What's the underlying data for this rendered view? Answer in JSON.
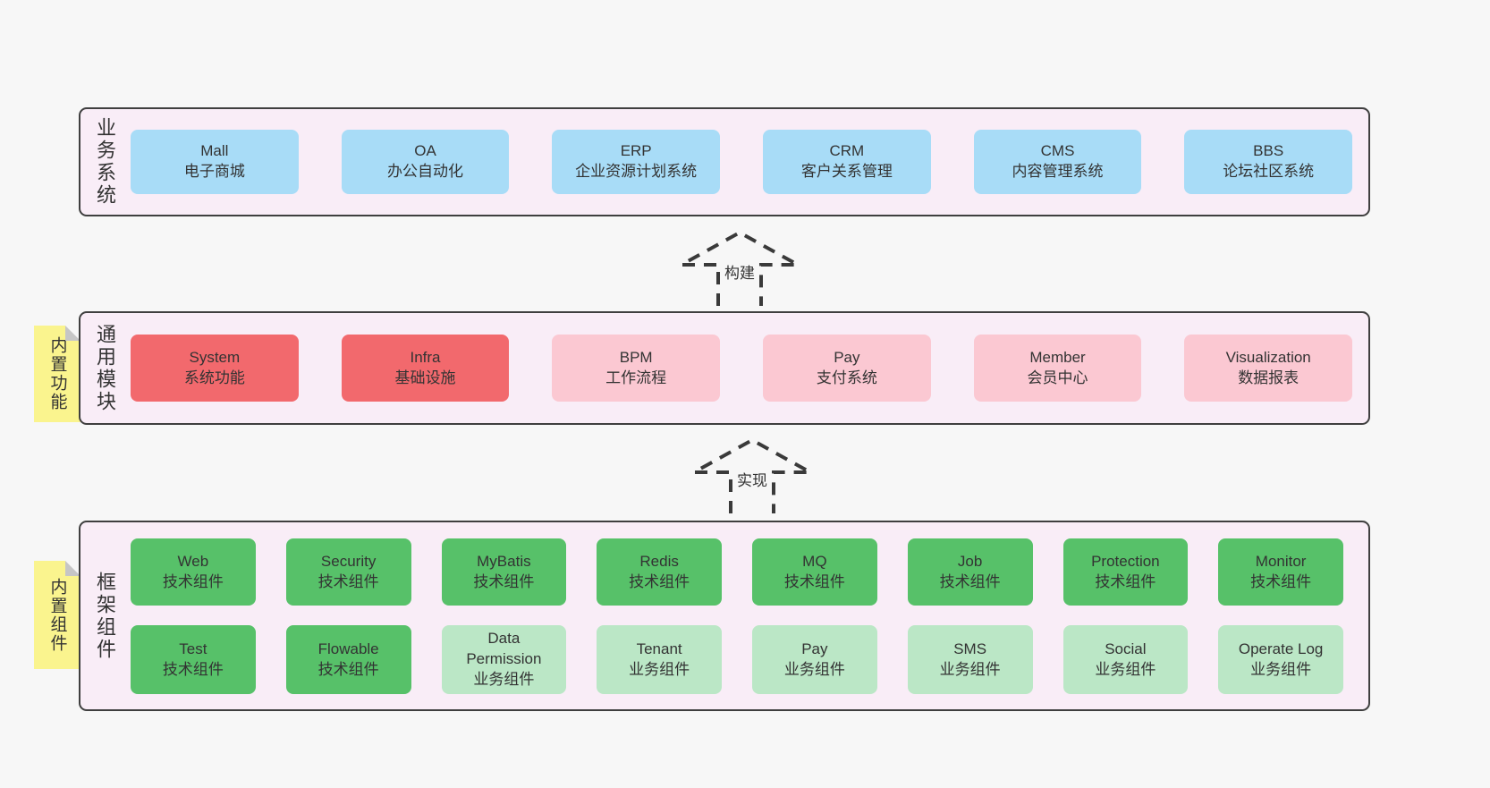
{
  "arrows": [
    {
      "label": "构建"
    },
    {
      "label": "实现"
    }
  ],
  "sections": {
    "business": {
      "side_label": "业务系统",
      "boxes": [
        {
          "name": "Mall",
          "subtitle": "电子商城"
        },
        {
          "name": "OA",
          "subtitle": "办公自动化"
        },
        {
          "name": "ERP",
          "subtitle": "企业资源计划系统"
        },
        {
          "name": "CRM",
          "subtitle": "客户关系管理"
        },
        {
          "name": "CMS",
          "subtitle": "内容管理系统"
        },
        {
          "name": "BBS",
          "subtitle": "论坛社区系统"
        }
      ]
    },
    "modules": {
      "side_label": "通用模块",
      "sticky_label": "内置功能",
      "boxes": [
        {
          "name": "System",
          "subtitle": "系统功能"
        },
        {
          "name": "Infra",
          "subtitle": "基础设施"
        },
        {
          "name": "BPM",
          "subtitle": "工作流程"
        },
        {
          "name": "Pay",
          "subtitle": "支付系统"
        },
        {
          "name": "Member",
          "subtitle": "会员中心"
        },
        {
          "name": "Visualization",
          "subtitle": "数据报表"
        }
      ]
    },
    "components": {
      "side_label": "框架组件",
      "sticky_label": "内置组件",
      "row1": [
        {
          "name": "Web",
          "subtitle": "技术组件"
        },
        {
          "name": "Security",
          "subtitle": "技术组件"
        },
        {
          "name": "MyBatis",
          "subtitle": "技术组件"
        },
        {
          "name": "Redis",
          "subtitle": "技术组件"
        },
        {
          "name": "MQ",
          "subtitle": "技术组件"
        },
        {
          "name": "Job",
          "subtitle": "技术组件"
        },
        {
          "name": "Protection",
          "subtitle": "技术组件"
        },
        {
          "name": "Monitor",
          "subtitle": "技术组件"
        }
      ],
      "row2": [
        {
          "name": "Test",
          "subtitle": "技术组件"
        },
        {
          "name": "Flowable",
          "subtitle": "技术组件"
        },
        {
          "name": "Data Permission",
          "subtitle": "业务组件"
        },
        {
          "name": "Tenant",
          "subtitle": "业务组件"
        },
        {
          "name": "Pay",
          "subtitle": "业务组件"
        },
        {
          "name": "SMS",
          "subtitle": "业务组件"
        },
        {
          "name": "Social",
          "subtitle": "业务组件"
        },
        {
          "name": "Operate Log",
          "subtitle": "业务组件"
        }
      ]
    }
  },
  "colors": {
    "page_background": "#f7f7f7",
    "panel_background": "#f9edf7",
    "panel_border": "#3f3f3f",
    "business_box": "#a8dcf7",
    "core_module_box": "#f2696d",
    "optional_module_box": "#fbc8d2",
    "tech_component_box": "#57c169",
    "biz_component_box": "#bbe7c6",
    "sticky_note": "#faf48e",
    "sticky_fold": "#c6c6c6",
    "text": "#333333"
  }
}
